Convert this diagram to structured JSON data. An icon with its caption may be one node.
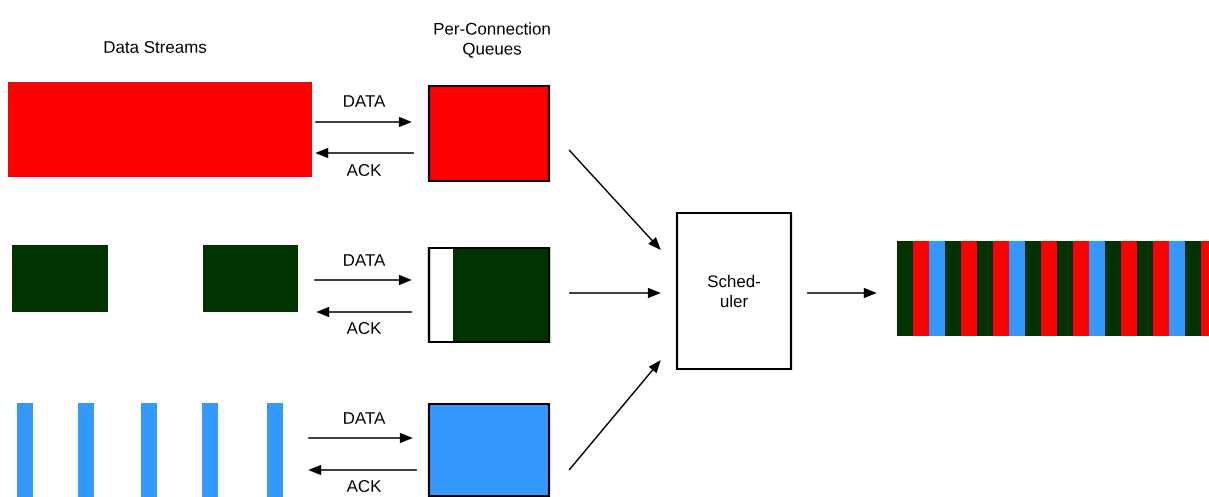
{
  "diagram": {
    "nodes": [
      {
        "text": [],
        "shape": "bar"
      },
      {
        "text": [],
        "shape": "bar"
      },
      {
        "text": [],
        "shape": "bar"
      },
      {
        "text": [],
        "shape": "bar"
      },
      {
        "text": [],
        "shape": "bar"
      },
      {
        "text": [],
        "shape": "bar"
      },
      {
        "text": [],
        "shape": "bar"
      },
      {
        "text": [],
        "shape": "bar"
      },
      {
        "text": [],
        "shape": "box"
      },
      {
        "text": [],
        "shape": "box"
      },
      {
        "text": [],
        "shape": "box"
      },
      {
        "text": [
          "Sched- uler"
        ]
      },
      {
        "text": [],
        "shape": "bar"
      }
    ],
    "edges": [
      {
        "from": 0,
        "to": 8,
        "arrow": "to",
        "label": "DATA"
      },
      {
        "from": 8,
        "to": 0,
        "arrow": "to",
        "label": "ACK"
      },
      {
        "from": 2,
        "to": 9,
        "arrow": "to",
        "label": "DATA"
      },
      {
        "from": 9,
        "to": 2,
        "arrow": "to",
        "label": "ACK"
      },
      {
        "from": 7,
        "to": 10,
        "arrow": "to",
        "label": "DATA"
      },
      {
        "from": 10,
        "to": 7,
        "arrow": "to",
        "label": "ACK"
      },
      {
        "from": 8,
        "to": 11,
        "arrow": "to"
      },
      {
        "from": 9,
        "to": 11,
        "arrow": "to"
      },
      {
        "from": 10,
        "to": 11,
        "arrow": "to"
      },
      {
        "from": 11,
        "to": 12,
        "arrow": "to"
      }
    ],
    "labels": [
      "Data Streams",
      "Per-Connection Queues"
    ]
  }
}
